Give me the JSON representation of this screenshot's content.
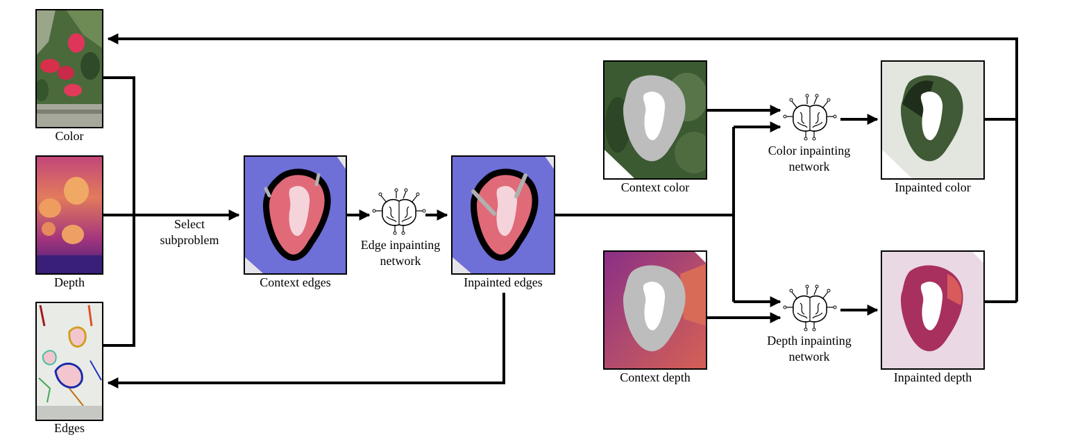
{
  "inputs": {
    "color_label": "Color",
    "depth_label": "Depth",
    "edges_label": "Edges"
  },
  "select_step": {
    "line1": "Select",
    "line2": "subproblem"
  },
  "context_edges_label": "Context edges",
  "edge_network": {
    "line1": "Edge inpainting",
    "line2": "network"
  },
  "inpainted_edges_label": "Inpainted edges",
  "context_color_label": "Context color",
  "color_network": {
    "line1": "Color inpainting",
    "line2": "network"
  },
  "inpainted_color_label": "Inpainted color",
  "context_depth_label": "Context depth",
  "depth_network": {
    "line1": "Depth inpainting",
    "line2": "network"
  },
  "inpainted_depth_label": "Inpainted depth",
  "icons": {
    "network": "brain-circuit-icon"
  },
  "colors": {
    "edge_overlay": "#6f6fd8",
    "region_red": "#e06a78",
    "mask_gray": "#bdbdbd",
    "depth_dark": "#3a1f78",
    "depth_warm": "#e8935a",
    "plant_green": "#3c5a32"
  }
}
